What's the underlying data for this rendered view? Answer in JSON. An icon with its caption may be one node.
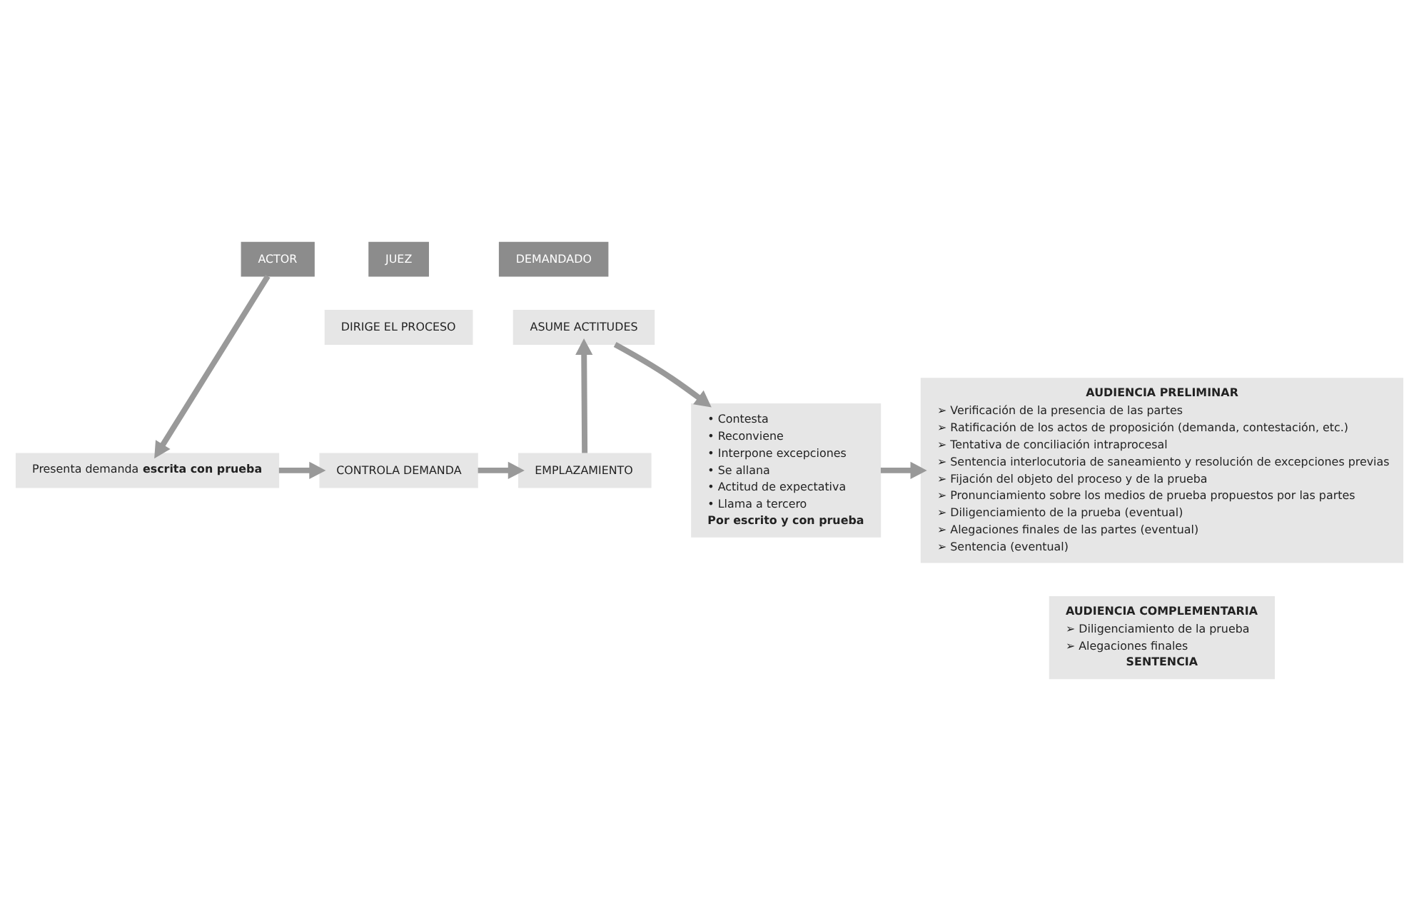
{
  "diagram": {
    "nodes": [
      {
        "text": [
          "ACTOR"
        ]
      },
      {
        "text": [
          "JUEZ"
        ]
      },
      {
        "text": [
          "DEMANDADO"
        ]
      },
      {
        "text": [
          "Presenta demanda **escrita con prueba**"
        ]
      },
      {
        "text": [
          "DIRIGE EL PROCESO"
        ]
      },
      {
        "text": [
          "CONTROLA DEMANDA"
        ]
      },
      {
        "text": [
          "EMPLAZAMIENTO"
        ]
      },
      {
        "text": [
          "ASUME ACTITUDES"
        ]
      },
      {
        "text": [
          "• Contesta",
          "• Reconviene",
          "• Interpone excepciones",
          "• Se allana",
          "• Actitud de expectativa",
          "• Llama a tercero",
          "Por escrito y con prueba"
        ]
      },
      {
        "text": [
          "AUDIENCIA PRELIMINAR",
          "➢ Verificación de la presencia de las partes",
          "➢ Ratificación de los actos de proposición (demanda, contestación, etc.)",
          "➢ Tentativa de conciliación intraprocesal",
          "➢ Sentencia interlocutoria de saneamiento y resolución de excepciones previas",
          "➢ Fijación del objeto del proceso y de la prueba",
          "➢ Pronunciamiento sobre los medios de prueba propuestos por las partes",
          "➢ Diligenciamiento de la prueba (eventual)",
          "➢ Alegaciones finales de las partes (eventual)",
          "➢ Sentencia (eventual)"
        ]
      },
      {
        "text": [
          "AUDIENCIA COMPLEMENTARIA",
          "➢ Diligenciamiento de la prueba",
          "➢ Alegaciones finales",
          "SENTENCIA"
        ]
      }
    ],
    "edges": [
      {
        "from": 0,
        "to": 3,
        "arrow": "to"
      },
      {
        "from": 3,
        "to": 5,
        "arrow": "to"
      },
      {
        "from": 5,
        "to": 6,
        "arrow": "to"
      },
      {
        "from": 6,
        "to": 7,
        "arrow": "to"
      },
      {
        "from": 7,
        "to": 8,
        "arrow": "to"
      },
      {
        "from": 8,
        "to": 9,
        "arrow": "to"
      }
    ]
  }
}
